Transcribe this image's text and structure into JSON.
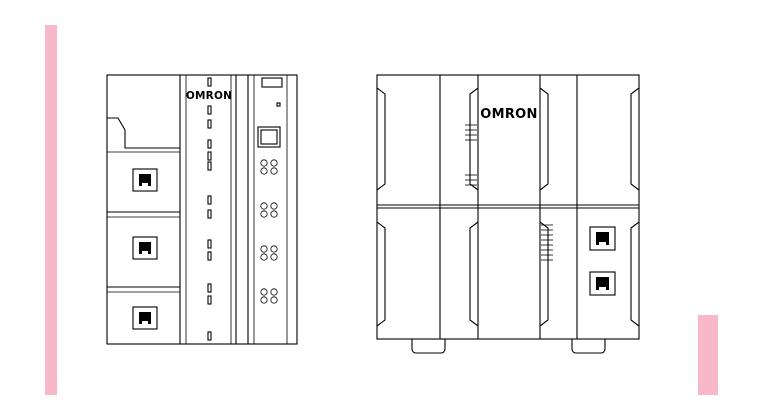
{
  "left_unit": {
    "brand": "OMRON",
    "ethernet_ports": 3
  },
  "right_unit": {
    "brand": "OMRON",
    "ethernet_ports": 2
  },
  "colors": {
    "accent_stripe": "#f9b8c9",
    "line": "#000000",
    "background": "#ffffff"
  }
}
